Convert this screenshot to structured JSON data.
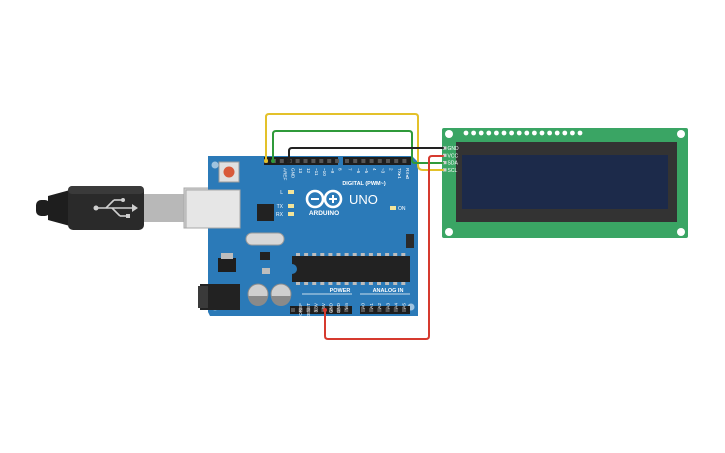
{
  "colors": {
    "board": "#2b7ab8",
    "board_dark": "#235f92",
    "header_pin": "#222222",
    "lcd_pcb": "#3aa564",
    "lcd_bezel": "#333333",
    "lcd_screen": "#1c2a4a",
    "wire_gnd": "#222222",
    "wire_vcc": "#d63a2f",
    "wire_sda": "#2f9a3a",
    "wire_scl": "#e3c12a",
    "usb_body": "#2a2a2a",
    "usb_metal": "#cfcfcf"
  },
  "arduino": {
    "brand": "ARDUINO",
    "model": "UNO",
    "digital_label": "DIGITAL (PWM~)",
    "power_label": "POWER",
    "analog_label": "ANALOG IN",
    "on_label": "ON",
    "led_l": "L",
    "led_tx": "TX",
    "led_rx": "RX",
    "digital_pins": [
      "AREF",
      "GND",
      "13",
      "12",
      "~11",
      "~10",
      "~9",
      "8",
      "7",
      "~6",
      "~5",
      "4",
      "~3",
      "2",
      "TX▸1",
      "RX◂0"
    ],
    "power_pins": [
      "IOREF",
      "RESET",
      "3.3V",
      "5V",
      "GND",
      "GND",
      "Vin"
    ],
    "analog_pins": [
      "A0",
      "A1",
      "A2",
      "A3",
      "A4",
      "A5"
    ]
  },
  "lcd": {
    "pins": [
      "GND",
      "VCC",
      "SDA",
      "SCL"
    ]
  },
  "icons": {
    "usb": "usb-trident-icon",
    "infinity": "arduino-infinity-logo-icon"
  }
}
